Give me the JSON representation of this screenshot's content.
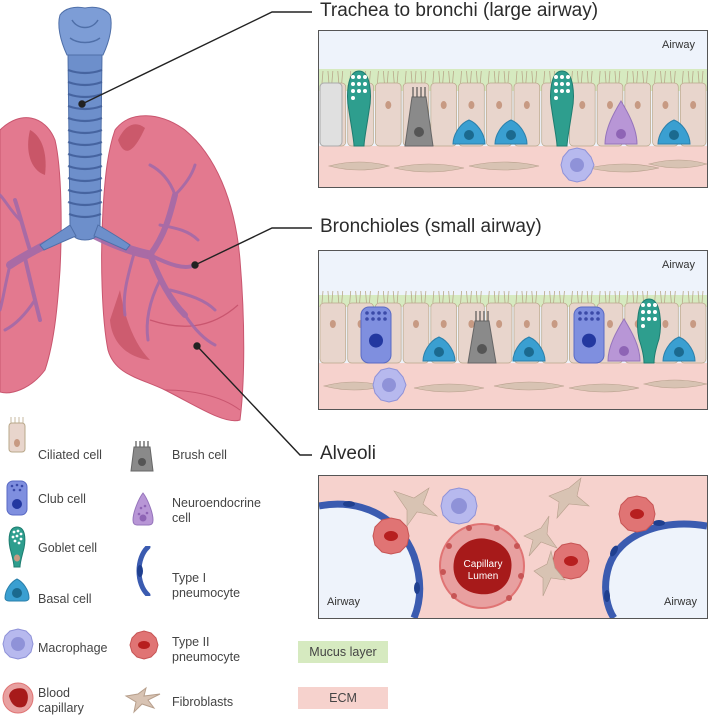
{
  "sections": {
    "large_airway": "Trachea to bronchi (large airway)",
    "small_airway": "Bronchioles (small airway)",
    "alveoli": "Alveoli"
  },
  "panels": {
    "large_airway_label": "Airway",
    "small_airway_label": "Airway",
    "alveoli_left_label": "Airway",
    "alveoli_right_label": "Airway",
    "capillary_label": "Capillary\nLumen"
  },
  "legend": {
    "ciliated": "Ciliated cell",
    "club": "Club cell",
    "goblet": "Goblet cell",
    "basal": "Basal cell",
    "macrophage": "Macrophage",
    "blood_capillary": "Blood\ncapillary",
    "brush": "Brush cell",
    "neuroendocrine": "Neuroendocrine\ncell",
    "type1": "Type I\npneumocyte",
    "type2": "Type II\npneumocyte",
    "fibroblasts": "Fibroblasts",
    "mucus": "Mucus layer",
    "ecm": "ECM"
  },
  "colors": {
    "lung": "#e3798f",
    "trachea": "#6d8fcb",
    "mucus": "#d6eac0",
    "ecm": "#f6d2cd",
    "airway_bg": "#eef3fb",
    "ciliated": "#e8d5cc",
    "club": "#7f8fdf",
    "basal": "#3a9fd1",
    "goblet": "#2e9e8e",
    "brush": "#8a8a8a",
    "neuroendocrine": "#b896d6",
    "macrophage": "#b7b9ee",
    "type2": "#e07474",
    "capillary": "#b71f1f",
    "type1": "#3b5bb0",
    "fibroblast": "#d8c3b3"
  }
}
